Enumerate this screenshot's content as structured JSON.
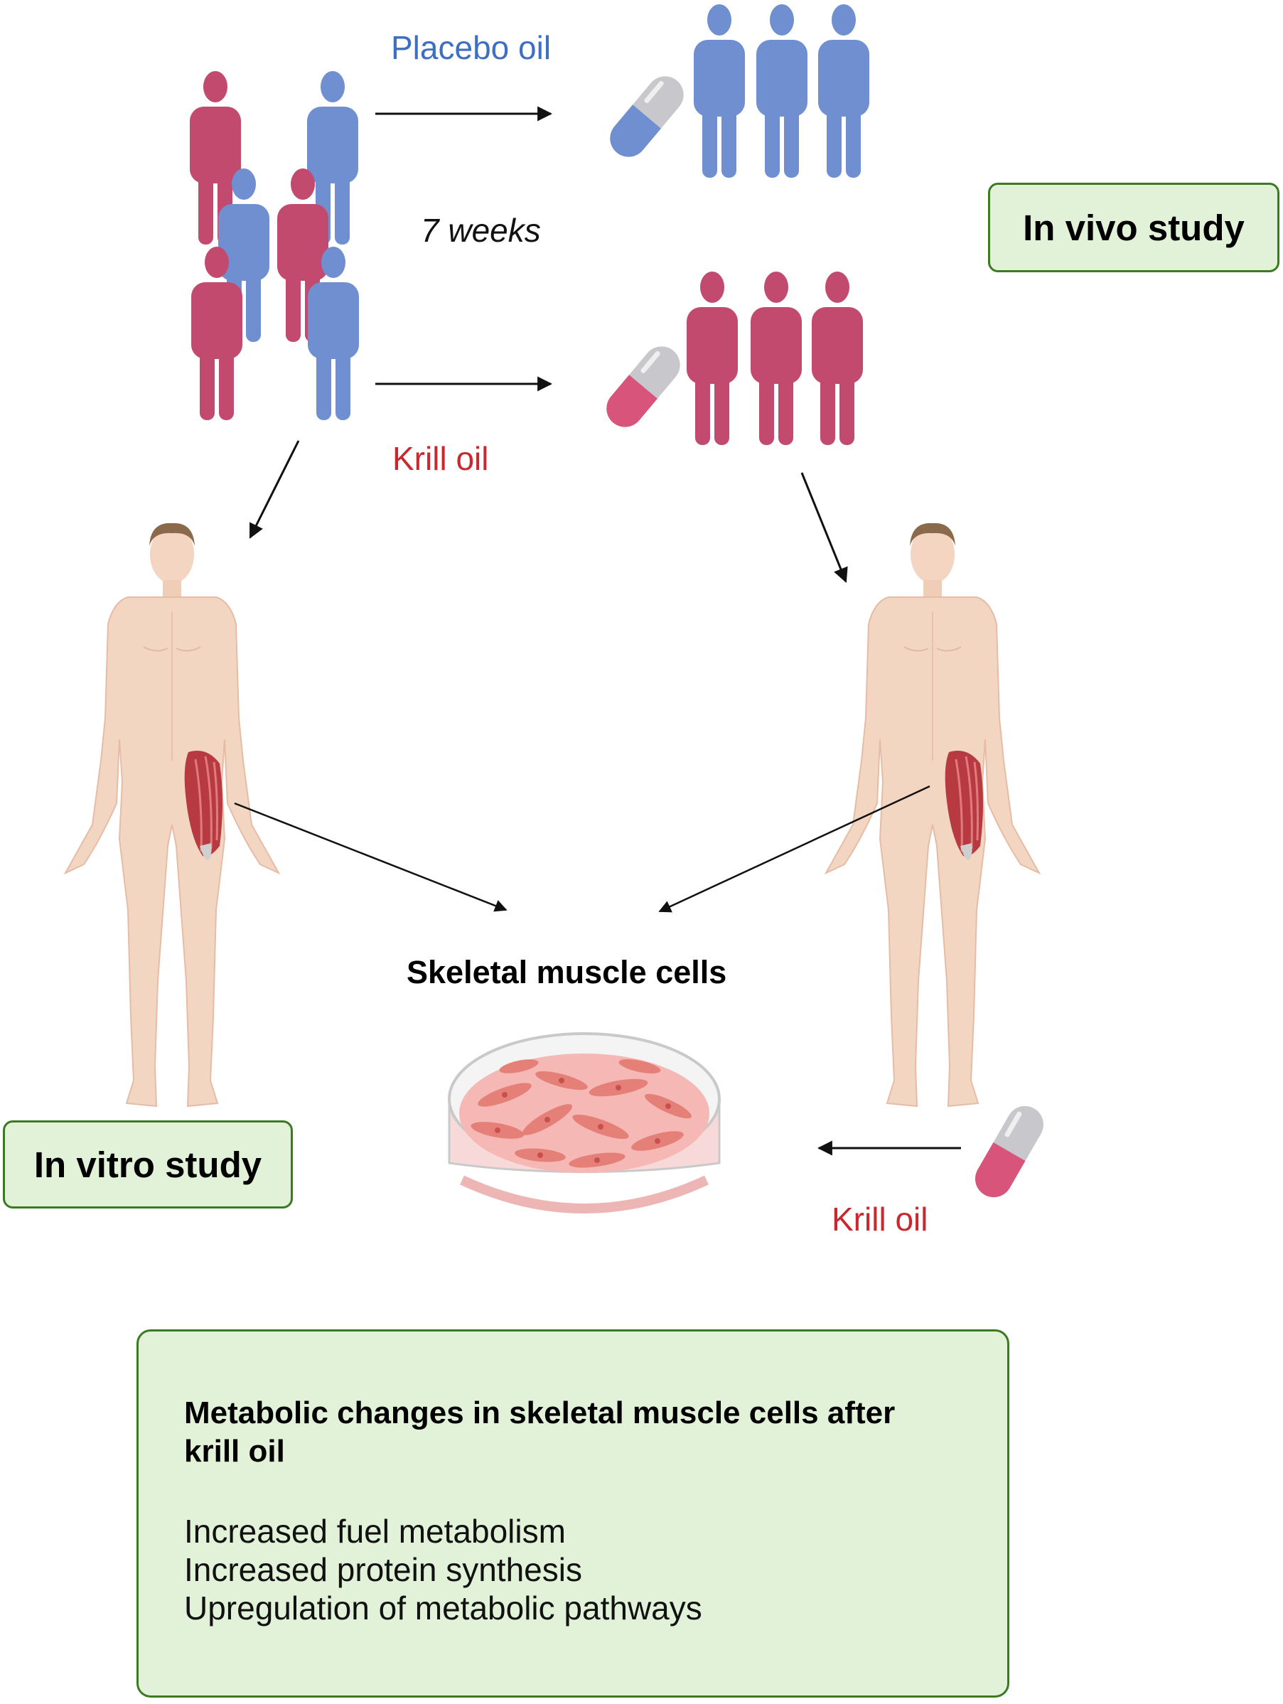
{
  "labels": {
    "placebo": "Placebo oil",
    "duration": "7 weeks",
    "krill_top": "Krill oil",
    "krill_bottom": "Krill oil",
    "cells": "Skeletal muscle cells"
  },
  "boxes": {
    "in_vivo": "In vivo study",
    "in_vitro": "In vitro study"
  },
  "result": {
    "title": "Metabolic changes in skeletal muscle cells after krill oil",
    "items": [
      "Increased fuel metabolism",
      "Increased protein synthesis",
      "Upregulation of metabolic pathways"
    ]
  },
  "colors": {
    "placebo": "#6f8fd0",
    "krill": "#c24a6e",
    "box_fill": "#e2f2d9",
    "box_border": "#3c7a22",
    "skin": "#f2d6c2"
  },
  "icons": [
    "person-icon",
    "capsule-icon",
    "human-body-icon",
    "thigh-muscle-icon",
    "petri-dish-icon",
    "arrow-icon"
  ]
}
